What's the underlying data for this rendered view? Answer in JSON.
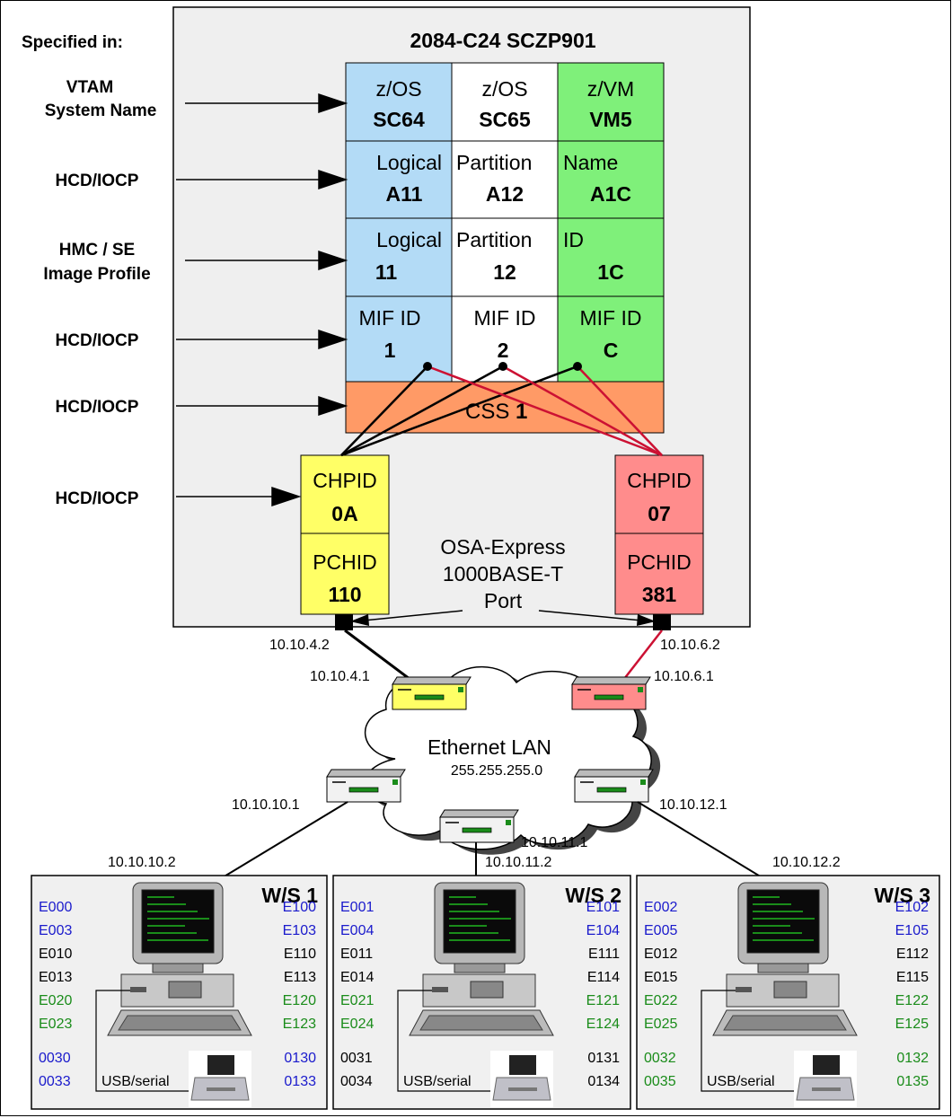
{
  "diagram": {
    "specified_label": "Specified in:",
    "system_title": "2084-C24  SCZP901",
    "left_labels": {
      "vtam_line1": "VTAM",
      "vtam_line2": "System Name",
      "hcd1": "HCD/IOCP",
      "hmc_line1": "HMC / SE",
      "hmc_line2": "Image Profile",
      "hcd2": "HCD/IOCP",
      "hcd3": "HCD/IOCP",
      "hcd4": "HCD/IOCP"
    },
    "lpar_cols": [
      {
        "os": "z/OS",
        "sysname": "SC64",
        "lp_word": "Logical",
        "lp_name": "A11",
        "id_word": "Logical",
        "lp_id": "11",
        "mif_label": "MIF ID",
        "mif_id": "1"
      },
      {
        "os": "z/OS",
        "sysname": "SC65",
        "lp_word": "Partition",
        "lp_name": "A12",
        "id_word": "Partition",
        "lp_id": "12",
        "mif_label": "MIF ID",
        "mif_id": "2"
      },
      {
        "os": "z/VM",
        "sysname": "VM5",
        "lp_word": "Name",
        "lp_name": "A1C",
        "id_word": "ID",
        "lp_id": "1C",
        "mif_label": "MIF ID",
        "mif_id": "C"
      }
    ],
    "css": {
      "label": "CSS",
      "num": "1"
    },
    "chpid_left": {
      "chpid_label": "CHPID",
      "chpid": "0A",
      "pchid_label": "PCHID",
      "pchid": "110"
    },
    "chpid_right": {
      "chpid_label": "CHPID",
      "chpid": "07",
      "pchid_label": "PCHID",
      "pchid": "381"
    },
    "osa": {
      "line1": "OSA-Express",
      "line2": "1000BASE-T",
      "line3": "Port"
    },
    "ips": {
      "left_port": "10.10.4.2",
      "left_router": "10.10.4.1",
      "right_port": "10.10.6.2",
      "right_router": "10.10.6.1",
      "ws1_router": "10.10.10.1",
      "ws1": "10.10.10.2",
      "ws2_router": "10.10.11.1",
      "ws2": "10.10.11.2",
      "ws3_router": "10.10.12.1",
      "ws3": "10.10.12.2"
    },
    "lan": {
      "name": "Ethernet LAN",
      "mask": "255.255.255.0"
    },
    "workstations": [
      {
        "title": "W/S 1",
        "usb": "USB/serial",
        "left": [
          "E000",
          "E003",
          "E010",
          "E013",
          "E020",
          "E023",
          "0030",
          "0033"
        ],
        "right": [
          "E100",
          "E103",
          "E110",
          "E113",
          "E120",
          "E123",
          "0130",
          "0133"
        ]
      },
      {
        "title": "W/S 2",
        "usb": "USB/serial",
        "left": [
          "E001",
          "E004",
          "E011",
          "E014",
          "E021",
          "E024",
          "0031",
          "0034"
        ],
        "right": [
          "E101",
          "E104",
          "E111",
          "E114",
          "E121",
          "E124",
          "0131",
          "0134"
        ]
      },
      {
        "title": "W/S 3",
        "usb": "USB/serial",
        "left": [
          "E002",
          "E005",
          "E012",
          "E015",
          "E022",
          "E025",
          "0032",
          "0035"
        ],
        "right": [
          "E102",
          "E105",
          "E112",
          "E115",
          "E122",
          "E125",
          "0132",
          "0135"
        ]
      }
    ],
    "colors": {
      "lpar1": "#b3dbf6",
      "lpar2": "#ffffff",
      "lpar3": "#7ff07a",
      "css": "#ff9a66",
      "chpid_left": "#ffff66",
      "chpid_right": "#ff8c8c",
      "system_box": "#efefef",
      "red_link": "#cc1133",
      "blue_text": "#1a1acc",
      "green_text": "#1a8c1a"
    },
    "ws_row_colors": [
      "blue",
      "blue",
      "black",
      "black",
      "green",
      "green",
      "blue",
      "blue"
    ],
    "ws_row_colors_2": [
      "blue",
      "blue",
      "black",
      "black",
      "green",
      "green",
      "black",
      "black"
    ],
    "ws_row_colors_3": [
      "blue",
      "blue",
      "black",
      "black",
      "green",
      "green",
      "green",
      "green"
    ]
  }
}
